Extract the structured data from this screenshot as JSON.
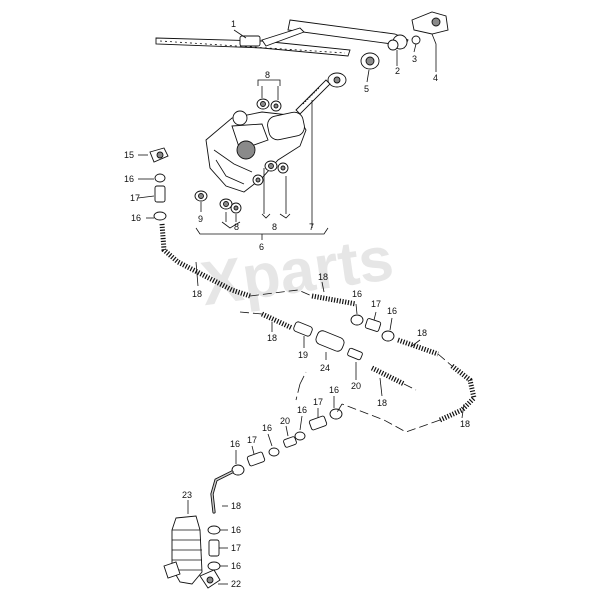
{
  "watermark": "Xparts",
  "labels": {
    "l1": "1",
    "l2": "2",
    "l3": "3",
    "l4": "4",
    "l5": "5",
    "l6": "6",
    "l7": "7",
    "l8a": "8",
    "l8b": "8",
    "l8c": "8",
    "l9": "9",
    "l15": "15",
    "l16a": "16",
    "l17a": "17",
    "l16b": "16",
    "l18a": "18",
    "l18b": "18",
    "l18c": "18",
    "l16c": "16",
    "l17b": "17",
    "l16d": "16",
    "l18d": "18",
    "l19": "19",
    "l24": "24",
    "l20a": "20",
    "l18e": "18",
    "l18f": "18",
    "l16e": "16",
    "l17c": "17",
    "l16f": "16",
    "l20b": "20",
    "l16g": "16",
    "l17d": "17",
    "l16h": "16",
    "l23": "23",
    "l18g": "18",
    "l16i": "16",
    "l17e": "17",
    "l16j": "16",
    "l22": "22"
  }
}
